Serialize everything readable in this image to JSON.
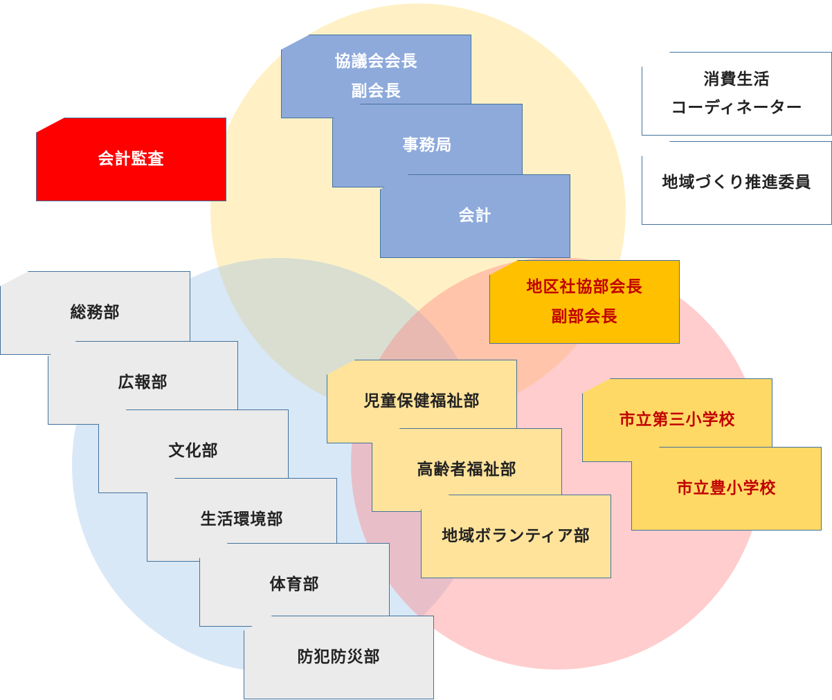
{
  "boxes": {
    "council_chair": [
      "協議会会長",
      "副会長"
    ],
    "secretariat": "事務局",
    "treasurer": "会計",
    "auditor": "会計監査",
    "consumer_coordinator": [
      "消費生活",
      "コーディネーター"
    ],
    "community_committee": "地域づくり推進委員",
    "district_chair": [
      "地区社協部会長",
      "副部会長"
    ],
    "general_affairs": "総務部",
    "public_relations": "広報部",
    "culture": "文化部",
    "living_environment": "生活環境部",
    "physical_education": "体育部",
    "crime_disaster": "防犯防災部",
    "child_welfare": "児童保健福祉部",
    "elderly_welfare": "高齢者福祉部",
    "volunteer": "地域ボランティア部",
    "school_daisan": "市立第三小学校",
    "school_yutaka": "市立豊小学校"
  },
  "colors": {
    "circle_yellow": "#ffdc6e",
    "circle_blue": "#8cb9e6",
    "circle_red": "#ff8282",
    "leadership": "#8eaadb",
    "audit": "#ff0000",
    "committee": "#ffffff",
    "district": "#ffc000",
    "departments": "#ebebeb",
    "welfare": "#ffe39b",
    "schools": "#ffd966",
    "accent_text": "#c00000"
  }
}
